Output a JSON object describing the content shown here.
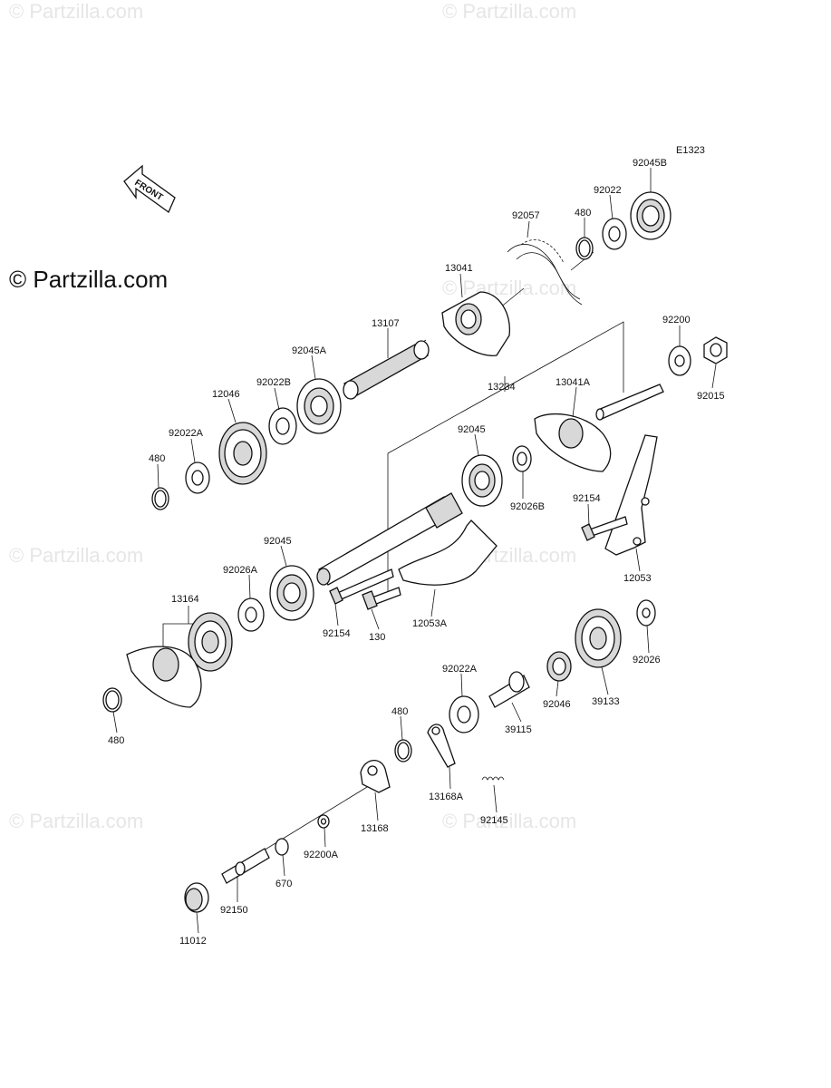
{
  "diagram_code": "E1323",
  "logo_text": "© Partzilla.com",
  "watermark_text": "© Partzilla.com",
  "front_arrow_label": "FRONT",
  "part_labels": {
    "p92045B": "92045B",
    "p92022_top": "92022",
    "p480_top": "480",
    "p92057": "92057",
    "p13041": "13041",
    "p13107": "13107",
    "p92045A": "92045A",
    "p92022B": "92022B",
    "p12046": "12046",
    "p92022A_left": "92022A",
    "p480_left": "480",
    "p13234": "13234",
    "p13041A": "13041A",
    "p92200": "92200",
    "p92015": "92015",
    "p92045_mid": "92045",
    "p92026B": "92026B",
    "p92154_right": "92154",
    "p12053": "12053",
    "p92045_left": "92045",
    "p92026A": "92026A",
    "p13164": "13164",
    "p92154_mid": "92154",
    "p130": "130",
    "p12053A": "12053A",
    "p480_bottom": "480",
    "p92026": "92026",
    "p92022A_mid": "92022A",
    "p92046": "92046",
    "p39133": "39133",
    "p39115": "39115",
    "p480_lower": "480",
    "p13168A": "13168A",
    "p92145": "92145",
    "p13168": "13168",
    "p92200A": "92200A",
    "p670": "670",
    "p92150": "92150",
    "p11012": "11012"
  }
}
